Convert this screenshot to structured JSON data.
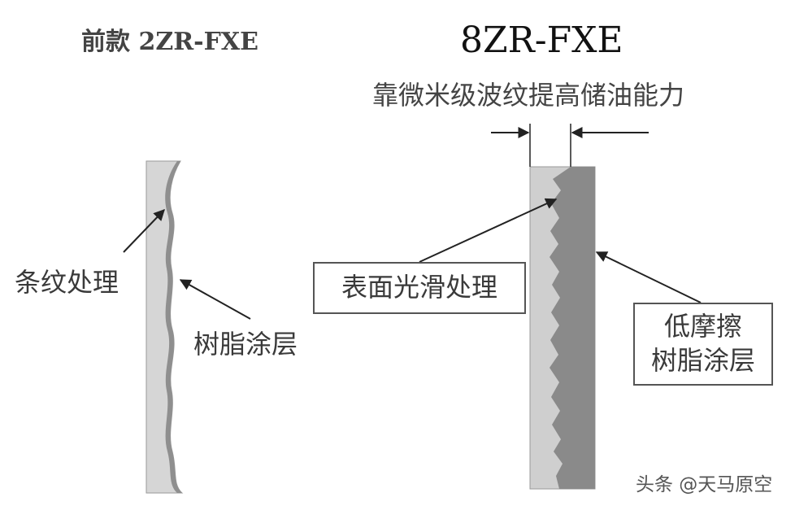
{
  "left": {
    "title": "前款 2ZR-FXE",
    "label_stripe": "条纹处理",
    "label_resin": "树脂涂层"
  },
  "right": {
    "title": "8ZR-FXE",
    "subtitle": "靠微米级波纹提高储油能力",
    "box_smooth": "表面光滑处理",
    "box_lowfriction_line1": "低摩擦",
    "box_lowfriction_line2": "树脂涂层"
  },
  "watermark": "头条 @天马原空",
  "colors": {
    "piston_fill": "#d3d3d3",
    "coating_fill": "#8c8c8c",
    "arrow": "#222222",
    "text": "#3a3a3a"
  }
}
